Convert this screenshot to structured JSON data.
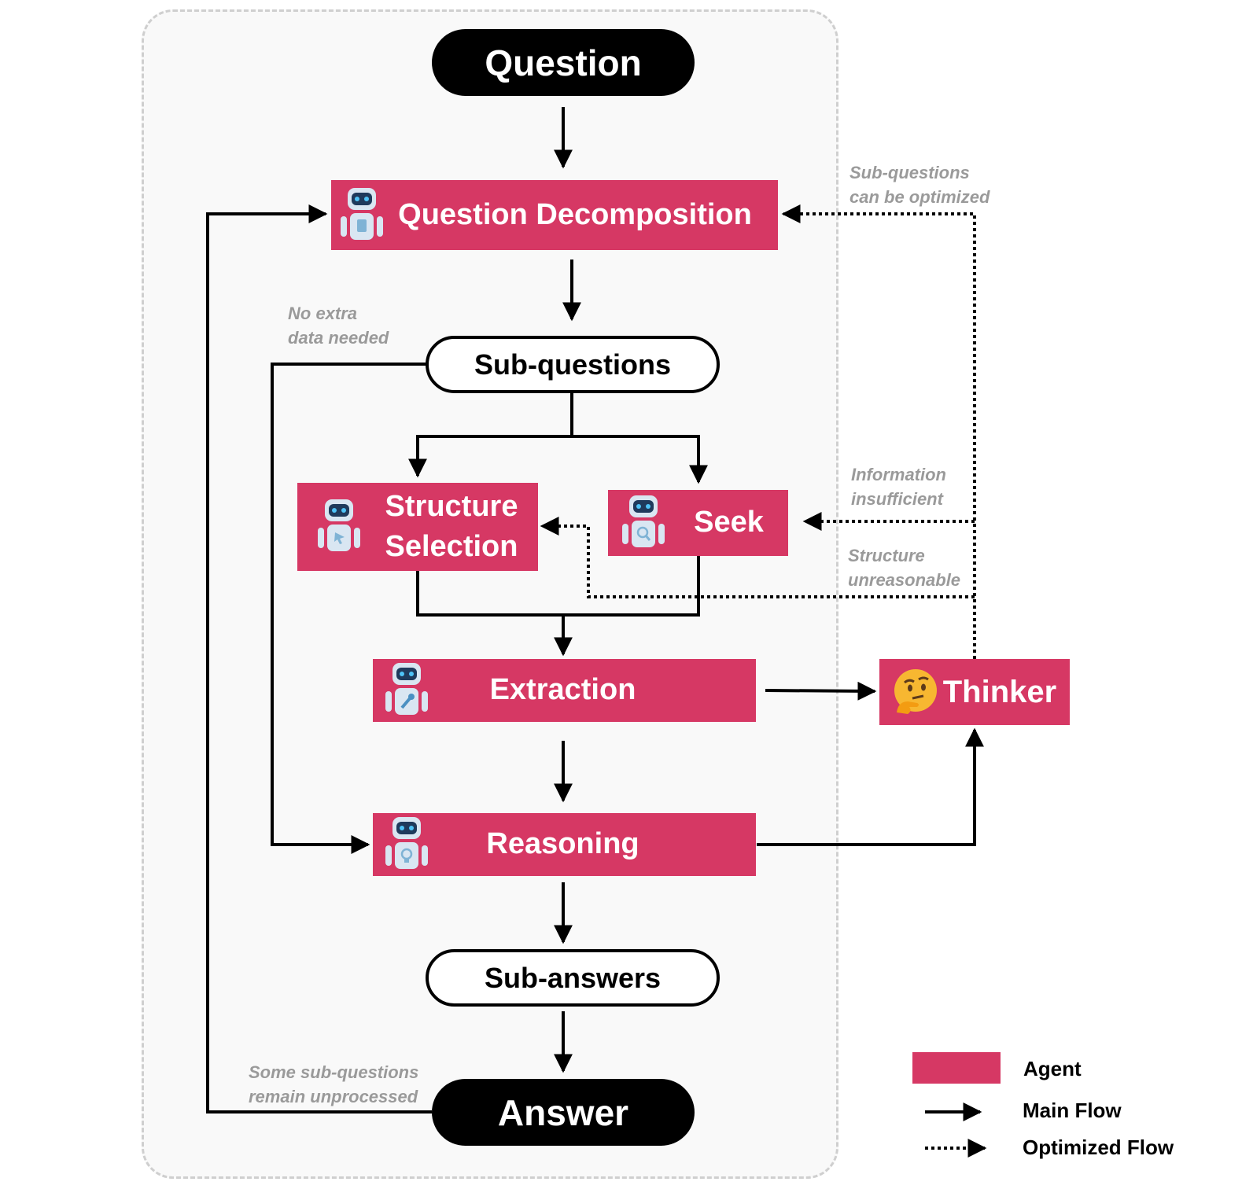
{
  "nodes": {
    "question": "Question",
    "question_decomposition": "Question Decomposition",
    "sub_questions": "Sub-questions",
    "structure_selection_line1": "Structure",
    "structure_selection_line2": "Selection",
    "seek": "Seek",
    "extraction": "Extraction",
    "thinker": "Thinker",
    "reasoning": "Reasoning",
    "sub_answers": "Sub-answers",
    "answer": "Answer"
  },
  "notes": {
    "sub_questions_optimized": "Sub-questions\ncan be optimized",
    "no_extra_data": "No extra\ndata needed",
    "information_insufficient": "Information\ninsufficient",
    "structure_unreasonable": "Structure\nunreasonable",
    "some_unprocessed": "Some sub-questions\nremain unprocessed"
  },
  "legend": {
    "agent": "Agent",
    "main_flow": "Main Flow",
    "optimized_flow": "Optimized Flow"
  },
  "colors": {
    "agent": "#d63864",
    "note": "#9a9a9a",
    "frame_border": "#cfcfcf",
    "robot_body": "#d9e6f2",
    "robot_face": "#1f3a5c",
    "robot_eye": "#4fc3f7"
  },
  "icons": {
    "decomposition": "robot-clipboard-icon",
    "structure": "robot-cursor-icon",
    "seek": "robot-magnifier-icon",
    "extraction": "robot-wrench-icon",
    "reasoning": "robot-bulb-icon",
    "thinker": "thinking-face-icon"
  }
}
